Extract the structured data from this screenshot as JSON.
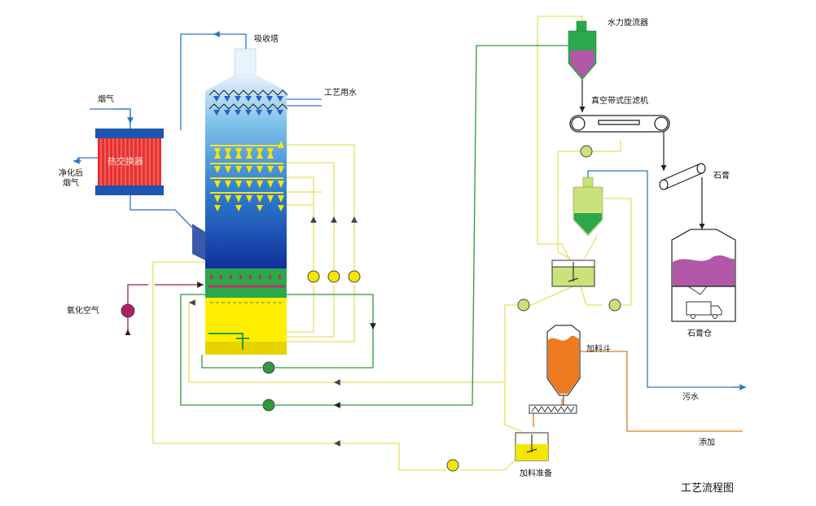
{
  "labels": {
    "absorber": "吸收塔",
    "process_water": "工艺用水",
    "flue_gas": "烟气",
    "clean_flue_gas_1": "净化后",
    "clean_flue_gas_2": "烟气",
    "heat_exchanger": "热交换器",
    "oxidation_air": "氧化空气",
    "hydrocyclone": "水力旋流器",
    "vacuum_belt_filter": "真空带式压滤机",
    "gypsum": "石膏",
    "gypsum_silo": "石膏仓",
    "hopper": "加料斗",
    "wastewater": "污水",
    "additive": "添加",
    "feed_preparation": "加料准备",
    "title": "工艺流程图"
  },
  "colors": {
    "pipe_blue": "#2b78c2",
    "pipe_yellow": "#e8e060",
    "pipe_green": "#2e9a3a",
    "pipe_orange": "#e07a20",
    "tower_blue": "#1f4fb0",
    "slurry_yellow": "#ffee00",
    "gypsum_purple": "#b358a8",
    "heat_exchanger_red": "#e02020"
  }
}
